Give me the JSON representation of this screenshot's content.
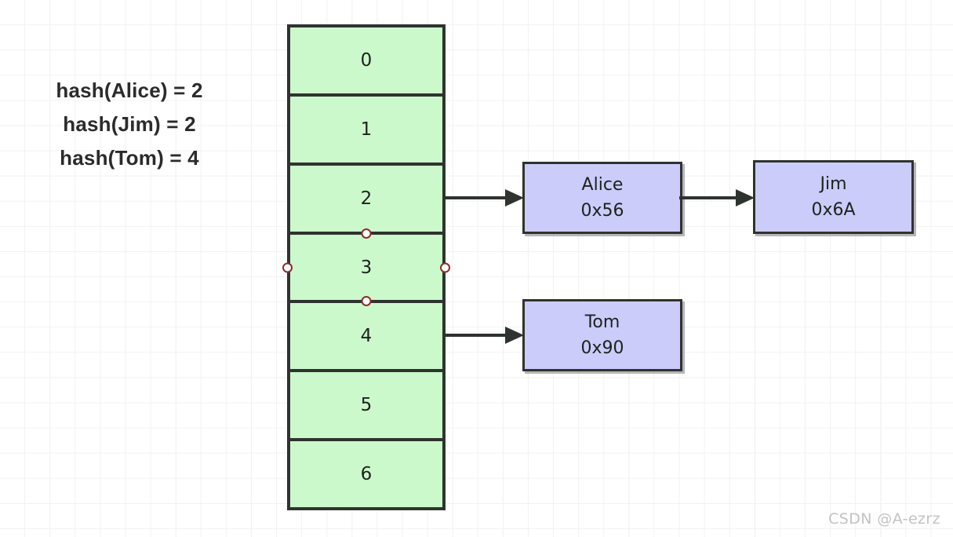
{
  "canvas": {
    "background_color": "#ffffff",
    "grid_line_color": "#f2f2f2",
    "grid_major_color": "#e9e9e9"
  },
  "legend": {
    "lines": [
      "hash(Alice) = 2",
      "hash(Jim) = 2",
      "hash(Tom) = 4"
    ]
  },
  "bucket_array": {
    "fill_color": "#ccf9cc",
    "border_color": "#2f332f",
    "selected_index": 3,
    "cells": [
      {
        "label": "0",
        "selected": false
      },
      {
        "label": "1",
        "selected": false
      },
      {
        "label": "2",
        "selected": false
      },
      {
        "label": "3",
        "selected": true
      },
      {
        "label": "4",
        "selected": false
      },
      {
        "label": "5",
        "selected": false
      },
      {
        "label": "6",
        "selected": false
      }
    ]
  },
  "nodes": {
    "fill_color": "#ccccfa",
    "border_color": "#2f332f",
    "alice": {
      "name": "Alice",
      "address": "0x56"
    },
    "jim": {
      "name": "Jim",
      "address": "0x6A"
    },
    "tom": {
      "name": "Tom",
      "address": "0x90"
    }
  },
  "arrows": {
    "color": "#2f332f",
    "bucket2_to_alice": "bucket 2 to Alice",
    "alice_to_jim": "Alice to Jim",
    "bucket4_to_tom": "bucket 4 to Tom"
  },
  "watermark": {
    "text": "CSDN @A-ezrz"
  }
}
